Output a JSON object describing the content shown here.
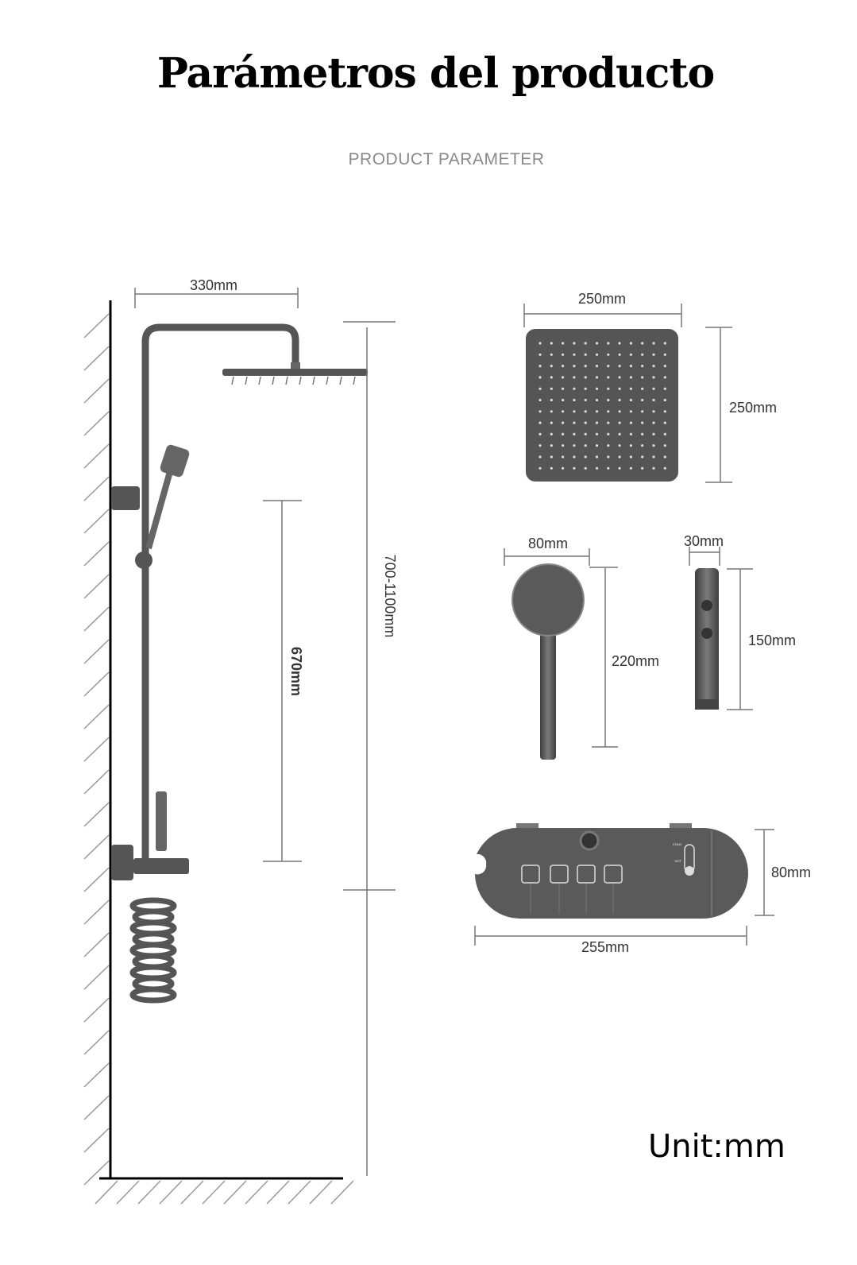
{
  "title": "Parámetros del producto",
  "subtitle": "PRODUCT PARAMETER",
  "unit_label": "Unit:mm",
  "dimensions": {
    "arm_width": "330mm",
    "total_height": "700-1100mm",
    "rod_height": "670mm",
    "head_width": "250mm",
    "head_depth": "250mm",
    "handheld_diameter": "80mm",
    "handheld_length": "220mm",
    "spout_width": "30mm",
    "spout_length": "150mm",
    "panel_height": "80mm",
    "panel_width": "255mm"
  },
  "panel": {
    "temp_cold": "COLD",
    "temp_hot": "HOT"
  }
}
